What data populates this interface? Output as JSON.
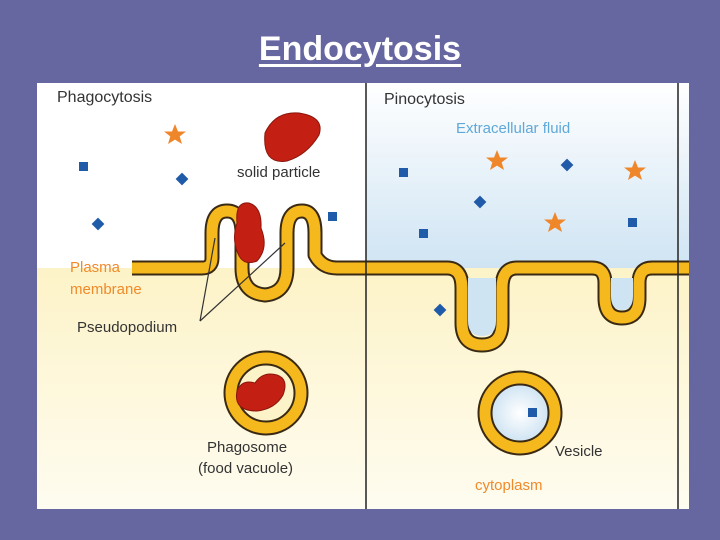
{
  "slide": {
    "title": "Endocytosis"
  },
  "diagram": {
    "phagocytosis_heading": "Phagocytosis",
    "pinocytosis_heading": "Pinocytosis",
    "extracellular_fluid": "Extracellular fluid",
    "solid_particle": "solid particle",
    "plasma_membrane_line1": "Plasma",
    "plasma_membrane_line2": "membrane",
    "pseudopodium": "Pseudopodium",
    "phagosome_line1": "Phagosome",
    "phagosome_line2": "(food vacuole)",
    "vesicle": "Vesicle",
    "cytoplasm": "cytoplasm",
    "colors": {
      "background": "#6666a0",
      "membrane": "#f5b81d",
      "membrane_outline": "#3a2a14",
      "particle": "#c31f12",
      "star": "#f0862a",
      "molecule": "#1f5ba8",
      "label_orange": "#f08a2a",
      "label_blue": "#5fa8d8",
      "label_dark": "#333333",
      "cytoplasm_fill": "#fcf6d8",
      "fluid_fill": "#d4e8f5"
    }
  }
}
